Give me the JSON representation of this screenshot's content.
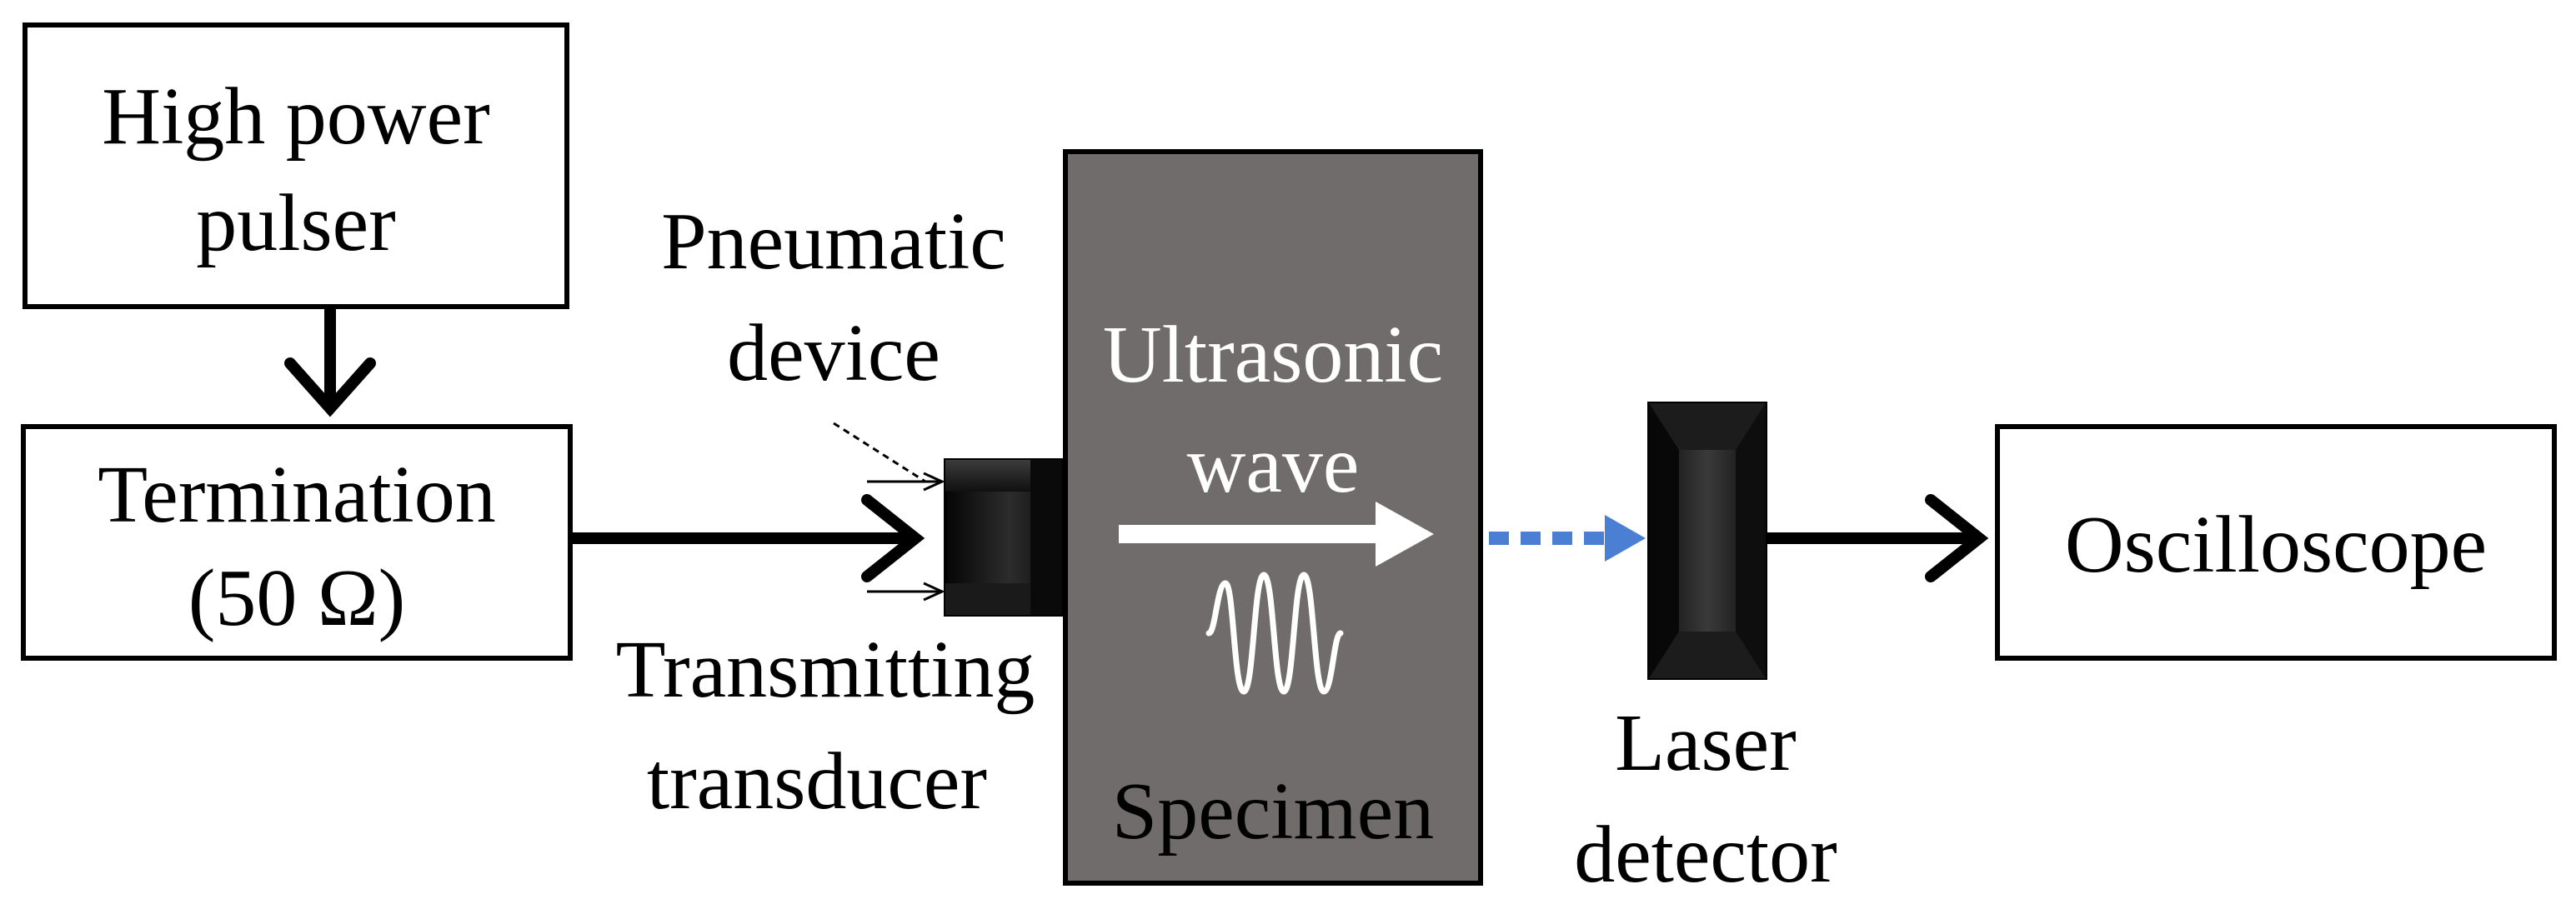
{
  "colors": {
    "background": "#ffffff",
    "box_stroke": "#000000",
    "specimen_fill": "#706c6c",
    "transducer_dark": "#0a0a0a",
    "transducer_mid": "#3a3a3a",
    "laser_beam": "#4a7fd4",
    "white_text": "#ffffff"
  },
  "boxes": {
    "pulser": {
      "line1": "High power",
      "line2": "pulser"
    },
    "termination": {
      "line1": "Termination",
      "line2": "(50 Ω)"
    },
    "oscilloscope": {
      "label": "Oscilloscope"
    }
  },
  "labels": {
    "pneumatic": {
      "line1": "Pneumatic",
      "line2": "device"
    },
    "transmitting": {
      "line1": "Transmitting",
      "line2": "transducer"
    },
    "laser": {
      "line1": "Laser",
      "line2": "detector"
    }
  },
  "specimen": {
    "wave_line1": "Ultrasonic",
    "wave_line2": "wave",
    "label": "Specimen"
  },
  "icons": {
    "pulse_waveform": "sine-burst-icon",
    "transmitting_transducer": "transducer-block-icon",
    "laser_detector": "detector-block-icon"
  }
}
